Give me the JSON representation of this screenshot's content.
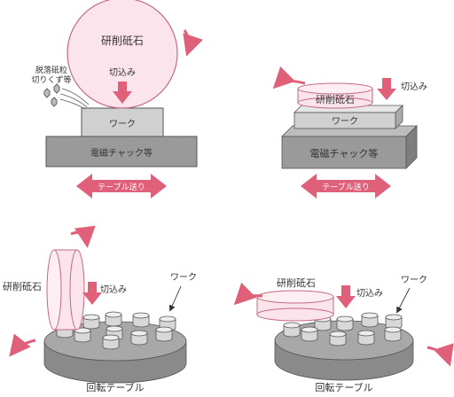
{
  "colors": {
    "wheel_fill": "#fce4ec",
    "wheel_stroke": "#c46a80",
    "arrow": "#e0607a",
    "arrow_dark": "#c0405a",
    "table_fill": "#9a9a9a",
    "table_top": "#bdbdbd",
    "work_fill": "#d0d0d0",
    "stroke": "#555555",
    "text": "#333333"
  },
  "panel_top_left": {
    "wheel_label": "研削砥石",
    "infeed_label": "切込み",
    "debris_label_line1": "脱落砥粒",
    "debris_label_line2": "切りくず等",
    "work_label": "ワーク",
    "chuck_label": "電磁チャック等",
    "feed_label": "テーブル送り"
  },
  "panel_top_right": {
    "wheel_label": "研削砥石",
    "infeed_label": "切込み",
    "work_label": "ワーク",
    "chuck_label": "電磁チャック等",
    "feed_label": "テーブル送り"
  },
  "panel_bottom_left": {
    "wheel_label": "研削砥石",
    "infeed_label": "切込み",
    "work_label": "ワーク",
    "table_label": "回転テーブル"
  },
  "panel_bottom_right": {
    "wheel_label": "研削砥石",
    "infeed_label": "切込み",
    "work_label": "ワーク",
    "table_label": "回転テーブル"
  }
}
